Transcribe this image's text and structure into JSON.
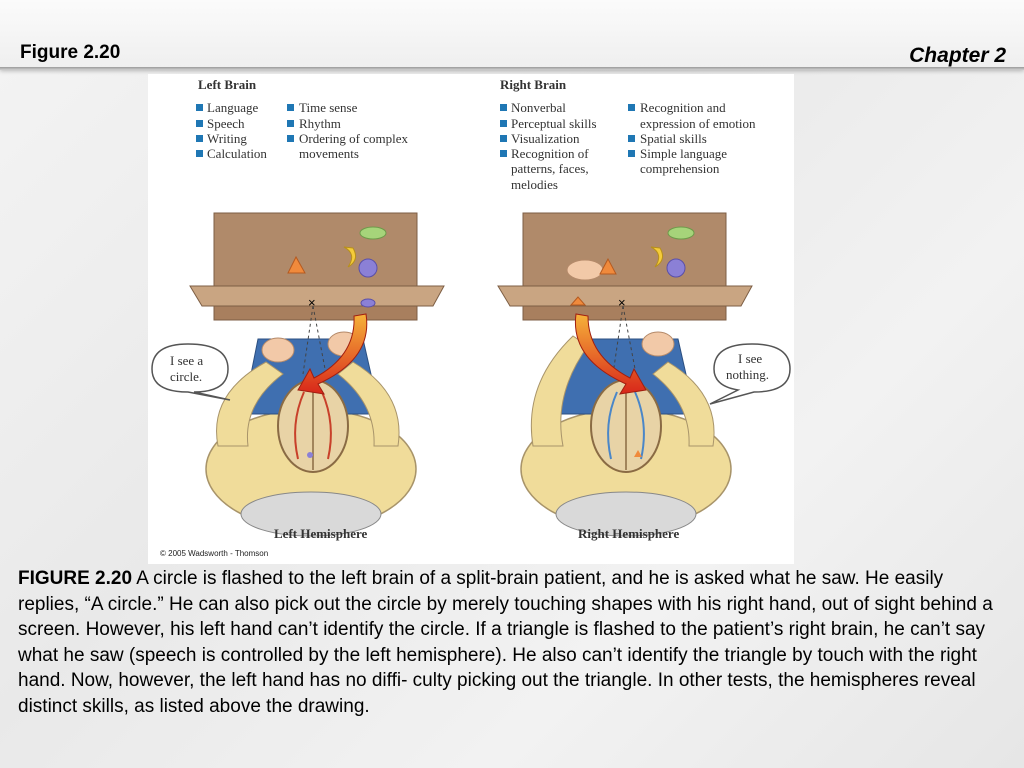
{
  "header": {
    "figure_label": "Figure 2.20",
    "chapter_label": "Chapter 2"
  },
  "figure": {
    "left": {
      "heading": "Left Brain",
      "col1": [
        "Language",
        "Speech",
        "Writing",
        "Calculation"
      ],
      "col2": [
        "Time sense",
        "Rhythm",
        "Ordering of complex",
        "movements"
      ],
      "speech_line1": "I see a",
      "speech_line2": "circle.",
      "caption": "Left Hemisphere"
    },
    "right": {
      "heading": "Right Brain",
      "col1": [
        "Nonverbal",
        "Perceptual skills",
        "Visualization",
        "Recognition of",
        "patterns, faces,",
        "melodies"
      ],
      "col2": [
        "Recognition and",
        "expression of emotion",
        "Spatial skills",
        "Simple language",
        "comprehension"
      ],
      "speech_line1": "I see",
      "speech_line2": "nothing.",
      "caption": "Right Hemisphere"
    },
    "copyright": "© 2005 Wadsworth - Thomson",
    "colors": {
      "bullet": "#1f77b4",
      "screen": "#b08a6a",
      "shirt": "#f0dc9a",
      "jeans": "#3f6fb0",
      "arrow": "#e0301c"
    }
  },
  "caption": {
    "label": "FIGURE 2.20",
    "text": "A circle is flashed to the left brain of a split-brain patient, and he is asked what he saw. He easily replies, “A circle.” He can also pick out the circle by merely touching shapes with his right hand, out of sight behind a screen. However, his left hand can’t identify the circle. If a triangle is flashed to the patient’s right brain, he can’t say what he saw (speech is controlled by the left hemisphere). He also can’t identify the triangle by touch with the right hand. Now, however, the left hand has no diffi- culty picking out the triangle. In other tests, the hemispheres reveal distinct skills, as listed above the drawing."
  }
}
